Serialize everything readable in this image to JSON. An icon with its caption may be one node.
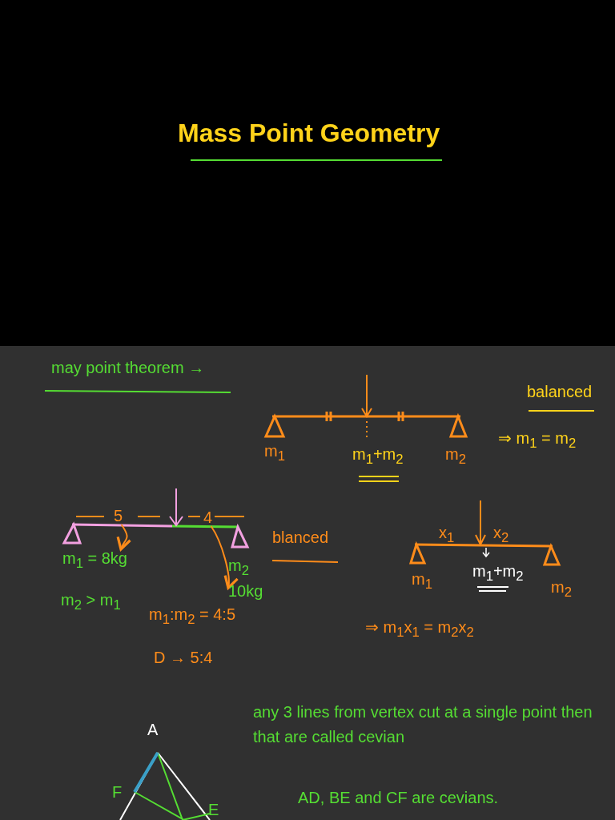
{
  "diagram": {
    "title": "Mass Point Geometry",
    "nodes": [
      {
        "text": [
          "5"
        ]
      },
      {
        "text": [
          "m$_{1}$ = 8kg"
        ]
      },
      {
        "text": [
          "4"
        ]
      },
      {
        "text": [
          "m$_{2}$ 10kg"
        ]
      }
    ],
    "edges": [
      {
        "from": 0,
        "to": 1,
        "arrow": "to"
      },
      {
        "from": 2,
        "to": 3,
        "arrow": "to"
      }
    ],
    "labels": [
      "may point theorem →",
      "balanced",
      "m$_{1}$",
      "m$_{1}$+m$_{2}$",
      "m$_{2}$",
      "⇒ m$_{1}$ = m$_{2}$",
      "blanced",
      "x$_{1}$",
      "x$_{2}$",
      "m$_{1}$",
      "m$_{1}$+m$_{2}$",
      "m$_{2}$",
      "m$_{2}$ > m$_{1}$",
      "m$_{1}$:m$_{2}$ = 4:5",
      "⇒ m$_{1}$x$_{1}$ = m$_{2}$x$_{2}$",
      "D → 5:4",
      "any 3 lines from vertex cut at a single point then that are called cevian",
      "A",
      "F",
      "E",
      "AD, BE and CF are cevians."
    ]
  }
}
